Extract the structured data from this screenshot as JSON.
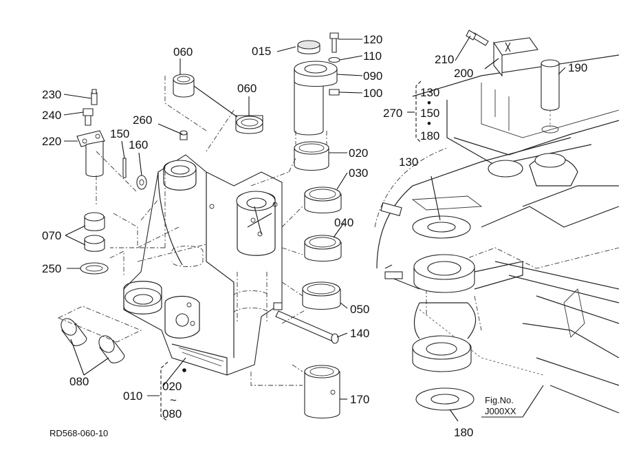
{
  "callouts": {
    "c010": "010",
    "c015": "015",
    "c020": "020",
    "c030": "030",
    "c040": "040",
    "c050": "050",
    "c060a": "060",
    "c060b": "060",
    "c070": "070",
    "c080": "080",
    "c090": "090",
    "c100": "100",
    "c110": "110",
    "c120": "120",
    "c130": "130",
    "c140": "140",
    "c150": "150",
    "c160": "160",
    "c170": "170",
    "c180": "180",
    "c190": "190",
    "c200": "200",
    "c210": "210",
    "c220": "220",
    "c230": "230",
    "c240": "240",
    "c250": "250",
    "c260": "260",
    "c270": "270"
  },
  "group_010": {
    "from": "020",
    "tilde": "~",
    "to": "080"
  },
  "group_270": {
    "a": "130",
    "b": "150",
    "c": "180",
    "bullet": "•"
  },
  "fig_label": {
    "line1": "Fig.No.",
    "line2": "J000XX"
  },
  "drawing_code": "RD568-060-10",
  "colors": {
    "ink": "#222222",
    "paper": "#ffffff"
  }
}
